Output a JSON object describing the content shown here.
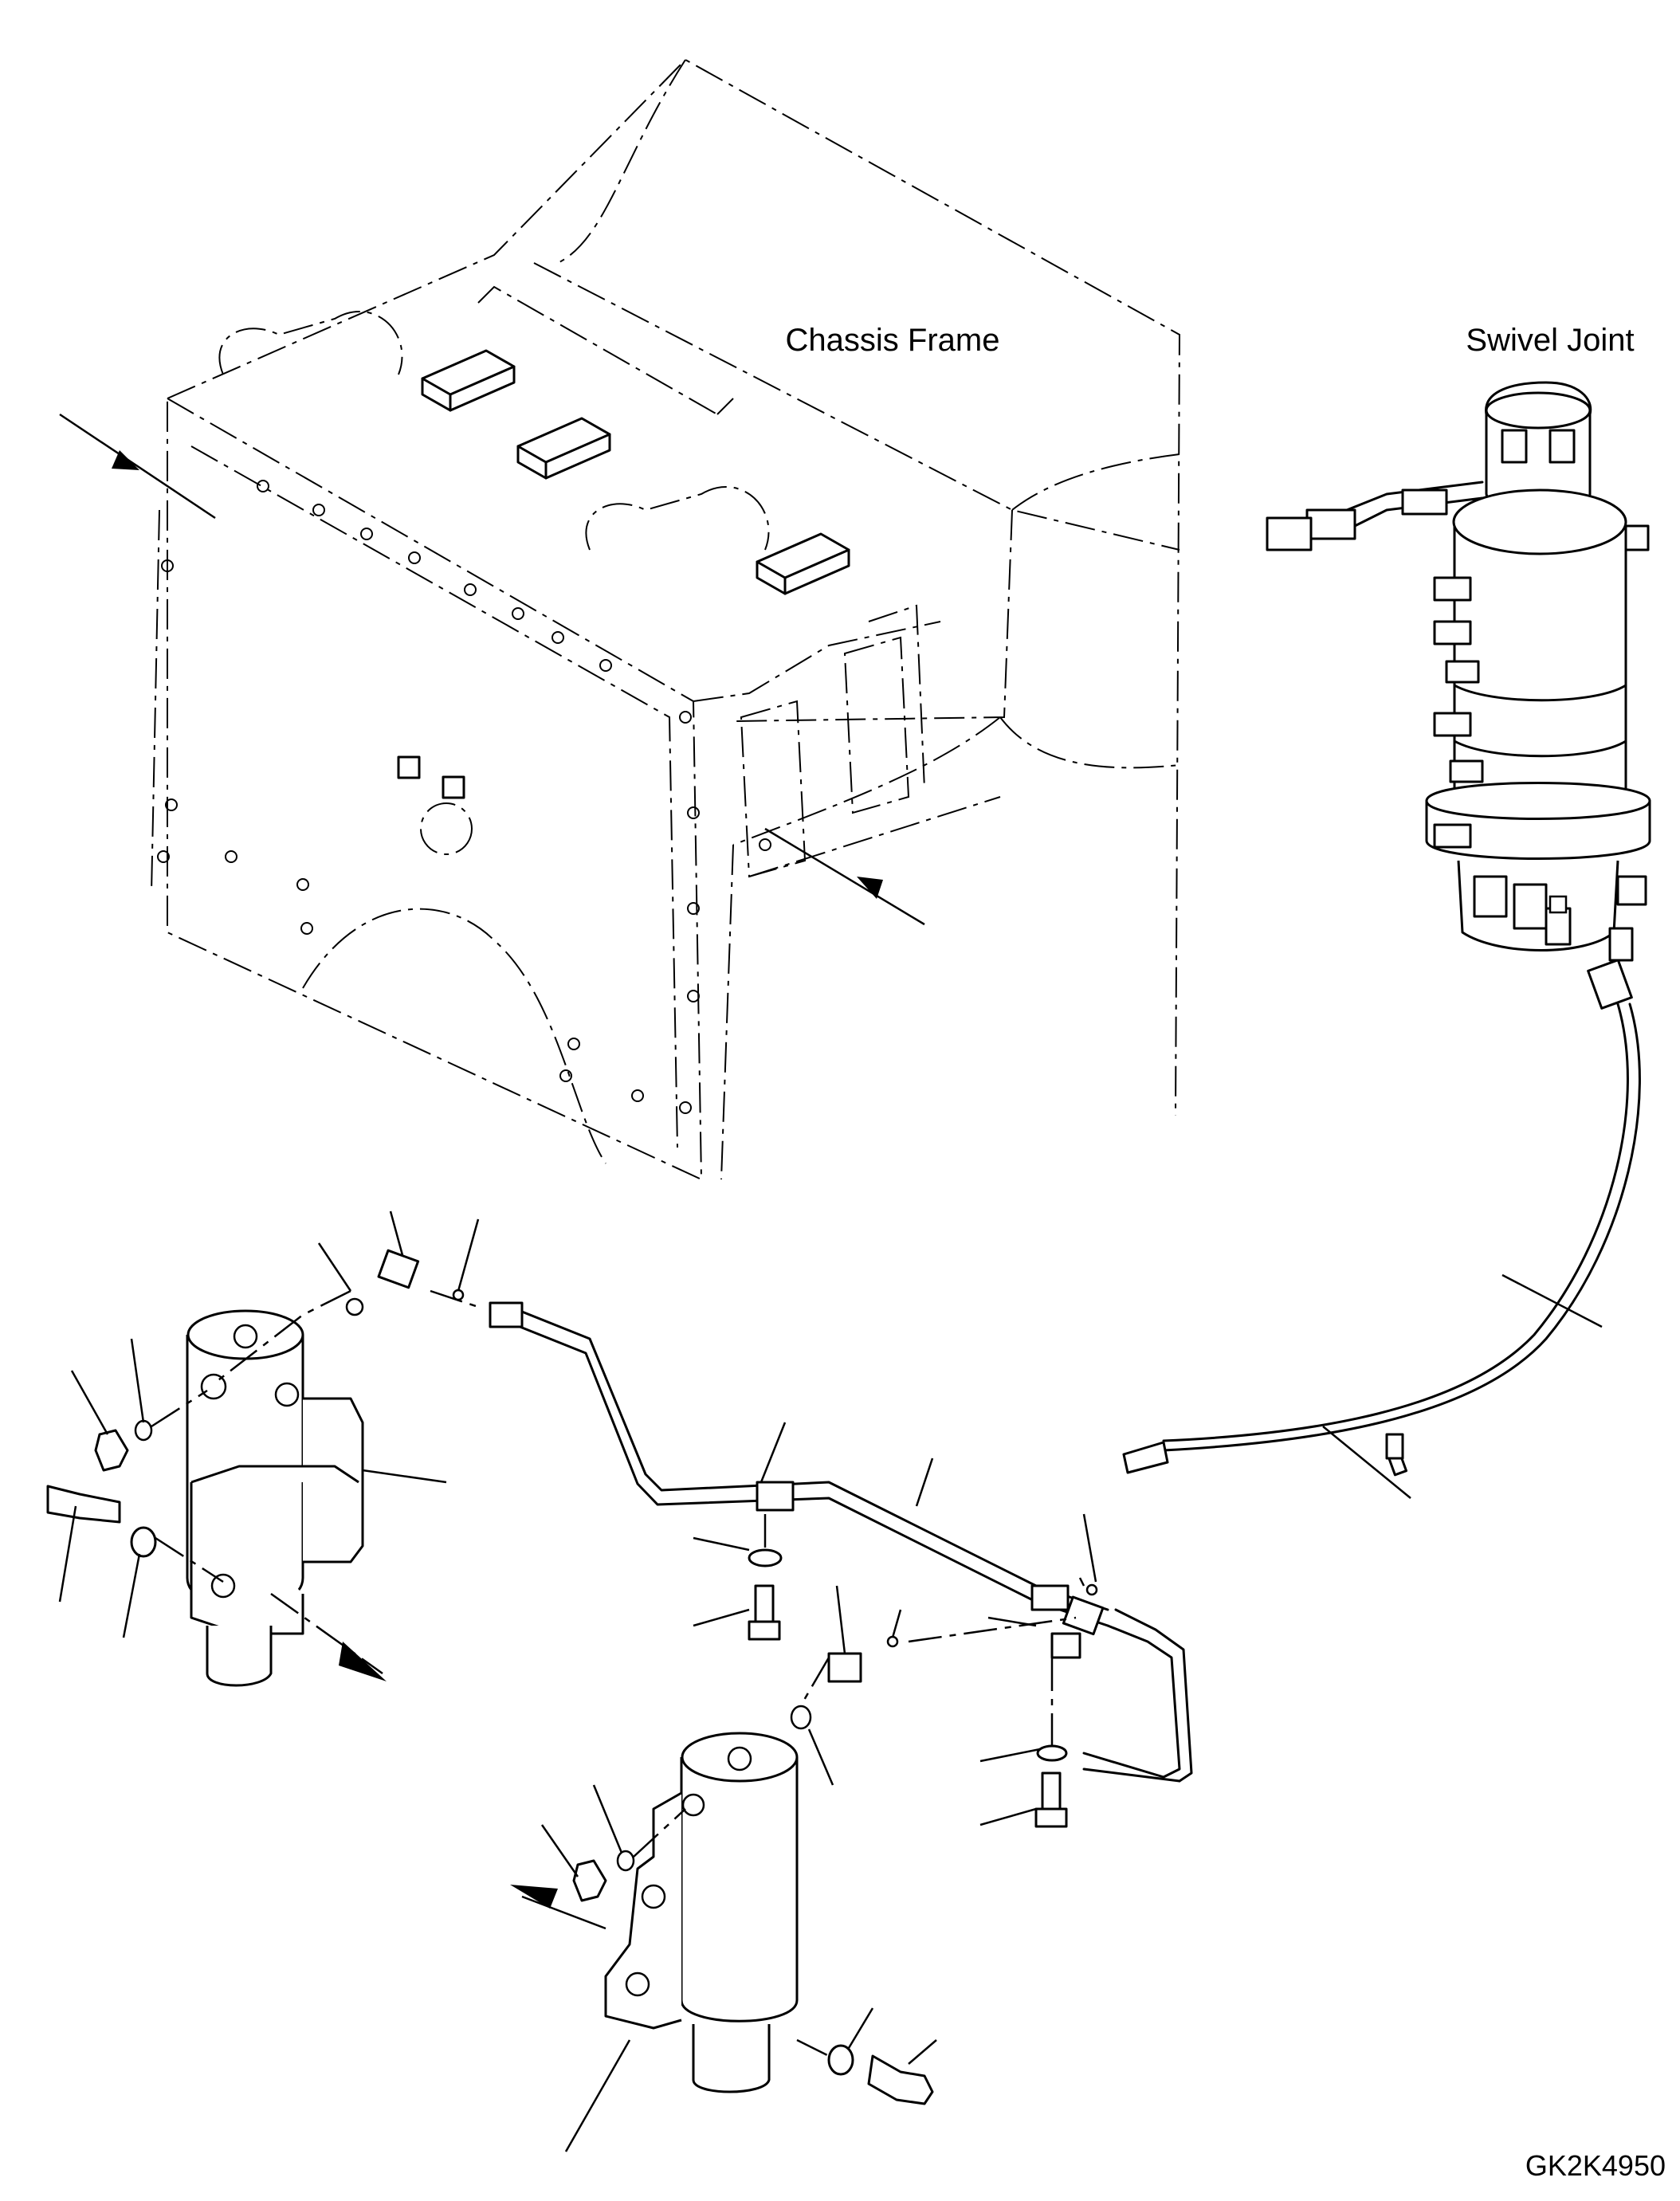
{
  "labels": {
    "chassis_frame": "Chassis Frame",
    "swivel_joint": "Swivel Joint",
    "drawing_code": "GK2K4950"
  }
}
